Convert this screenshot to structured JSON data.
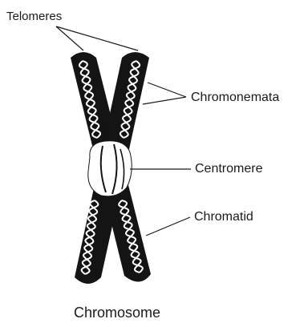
{
  "labels": {
    "telomeres": "Telomeres",
    "chromonemata": "Chromonemata",
    "centromere": "Centromere",
    "chromatid": "Chromatid"
  },
  "caption": "Chromosome",
  "colors": {
    "chromatid_fill": "#141414",
    "chromonema_strand": "#ffffff",
    "centromere_fill": "#ffffff",
    "leader_line": "#1a1a1a"
  }
}
